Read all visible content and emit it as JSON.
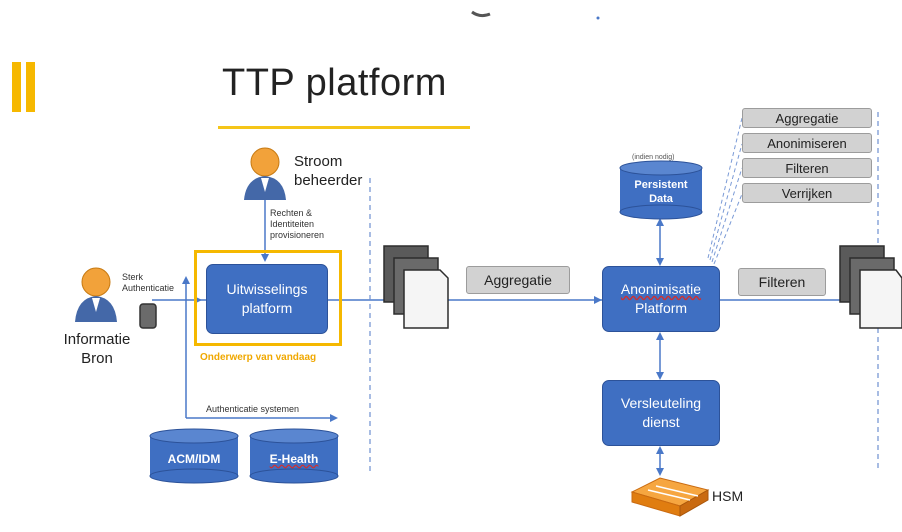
{
  "title": "TTP platform",
  "persons": {
    "stroom_beheerder": [
      "Stroom",
      "beheerder"
    ],
    "informatie_bron": [
      "Informatie",
      "Bron"
    ]
  },
  "labels": {
    "rechten": [
      "Rechten &",
      "Identiteiten",
      "provisioneren"
    ],
    "sterk": [
      "Sterk",
      "Authenticatie"
    ],
    "onderwerp": "Onderwerp van vandaag",
    "authenticatie_systemen": "Authenticatie systemen",
    "onder_voorbehoud": "(indien nodig)",
    "hsm": "HSM"
  },
  "boxes": {
    "uitwisselings": [
      "Uitwisselings",
      "platform"
    ],
    "anonimisatie": [
      "Anonimisatie",
      "Platform"
    ],
    "versleuteling": [
      "Versleuteling",
      "dienst"
    ]
  },
  "gray_buttons": {
    "aggregatie": "Aggregatie",
    "filteren": "Filteren"
  },
  "stack_list": [
    "Aggregatie",
    "Anonimiseren",
    "Filteren",
    "Verrijken"
  ],
  "cylinders": {
    "persistent": [
      "Persistent",
      "Data"
    ],
    "acm": "ACM/IDM",
    "ehealth": "E-Health"
  },
  "colors": {
    "accent_yellow": "#f5b800",
    "box_blue": "#3f6fc2",
    "line_blue": "#4a78c8",
    "gray": "#d2d2d2",
    "hsm_orange": "#f08c1a"
  }
}
